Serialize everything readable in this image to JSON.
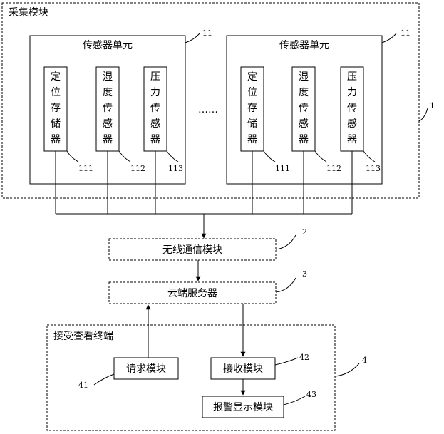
{
  "acquisition": {
    "title": "采集模块",
    "ref": "1"
  },
  "sensor_units": [
    {
      "title": "传感器单元",
      "ref": "11",
      "cells": [
        {
          "text": "定位存储器",
          "ref": "111"
        },
        {
          "text": "湿度传感器",
          "ref": "112"
        },
        {
          "text": "压力传感器",
          "ref": "113"
        }
      ]
    },
    {
      "title": "传感器单元",
      "ref": "11",
      "cells": [
        {
          "text": "定位存储器",
          "ref": "111"
        },
        {
          "text": "湿度传感器",
          "ref": "112"
        },
        {
          "text": "压力传感器",
          "ref": "113"
        }
      ]
    }
  ],
  "ellipsis": "……",
  "wireless": {
    "label": "无线通信模块",
    "ref": "2"
  },
  "cloud": {
    "label": "云端服务器",
    "ref": "3"
  },
  "terminal": {
    "title": "接受查看终端",
    "ref": "4",
    "request": {
      "label": "请求模块",
      "ref": "41"
    },
    "receive": {
      "label": "接收模块",
      "ref": "42"
    },
    "alarm": {
      "label": "报警显示模块",
      "ref": "43"
    }
  }
}
